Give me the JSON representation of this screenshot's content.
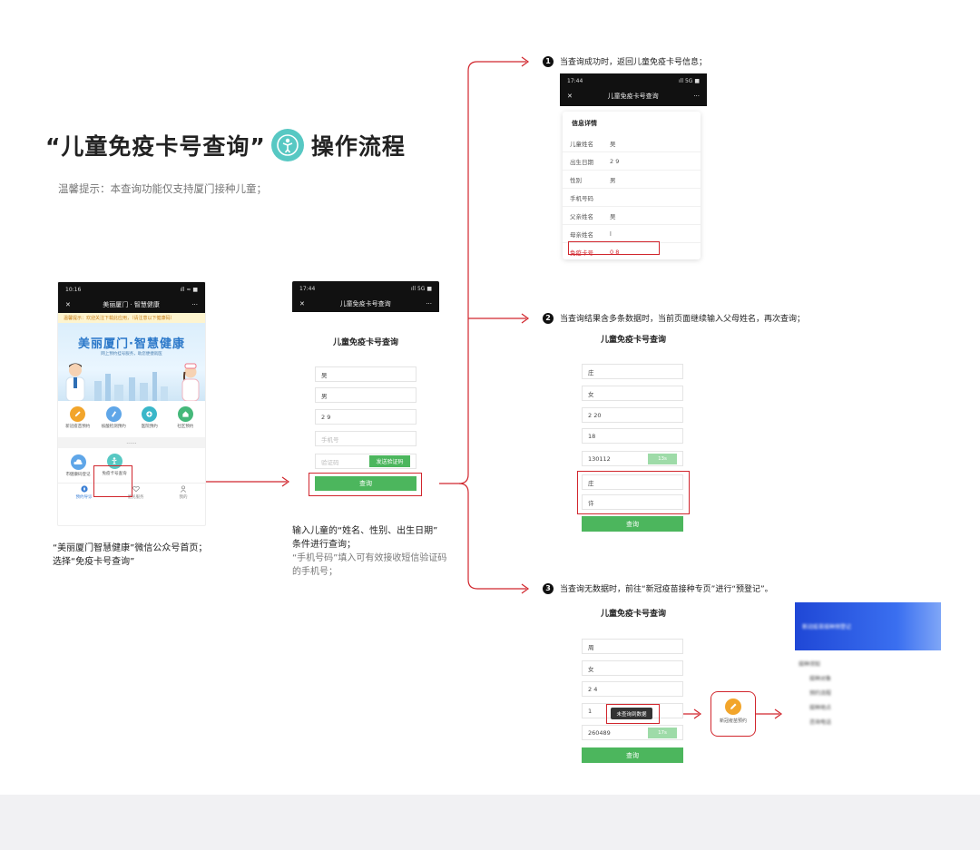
{
  "title": {
    "prefix": "“儿童免疫卡号查询”",
    "suffix": "操作流程",
    "logo_icon": "child-logo-icon"
  },
  "tip": "温馨提示：本查询功能仅支持厦门接种儿童；",
  "phone1": {
    "time": "10:16",
    "status": "ıll ≈ ■",
    "close": "✕",
    "title": "美丽厦门 · 智慧健康",
    "more": "···",
    "notice": "温馨提示：欢迎关注下载此应用，（请注意以下健康码）",
    "banner_title": "美丽厦门·智慧健康",
    "banner_sub": "网上预约挂号服务，助您便捷就医",
    "grid": [
      {
        "label": "新冠疫苗预约",
        "icon": "pencil-icon",
        "color": "#f2a52b"
      },
      {
        "label": "核酸检测预约",
        "icon": "test-tube-icon",
        "color": "#5fa6e8"
      },
      {
        "label": "医院预约",
        "icon": "plus-icon",
        "color": "#3ab7c9"
      },
      {
        "label": "社区预约",
        "icon": "home-icon",
        "color": "#45b87a"
      }
    ],
    "more_dots": "......",
    "row2": [
      {
        "label": "市健康码登记",
        "icon": "cloud-icon",
        "color": "#5fa6e8"
      },
      {
        "label": "免疫卡号查询",
        "icon": "child-icon",
        "color": "#57c8c3"
      }
    ],
    "tabs": [
      {
        "label": "预约导诊",
        "icon": "compass-icon"
      },
      {
        "label": "便民服务",
        "icon": "heart-icon"
      },
      {
        "label": "我的",
        "icon": "person-icon"
      }
    ]
  },
  "phone1_caption": {
    "line1": "“美丽厦门智慧健康”微信公众号首页；",
    "line2": "选择“免疫卡号查询”"
  },
  "phone2": {
    "time": "17:44",
    "status": "ıll 5G ■",
    "close": "✕",
    "title": "儿童免疫卡号查询",
    "more": "···",
    "form_title": "儿童免疫卡号查询",
    "fields": [
      {
        "value": "吴",
        "placeholder": ""
      },
      {
        "value": "男",
        "placeholder": ""
      },
      {
        "value": "2        9",
        "placeholder": ""
      },
      {
        "value": "",
        "placeholder": "手机号"
      },
      {
        "value": "",
        "placeholder": "验证码"
      }
    ],
    "send_code": "发送验证码",
    "query": "查询"
  },
  "phone2_caption": {
    "line1": "输入儿童的“姓名、性别、出生日期”",
    "line2": "条件进行查询；",
    "line3": "“手机号码”填入可有效接收短信验证码",
    "line4": "的手机号；"
  },
  "step1": {
    "num": "1",
    "label": "当查询成功时，返回儿童免疫卡号信息；",
    "time": "17:44",
    "status": "ıll 5G ■",
    "close": "✕",
    "title": "儿童免疫卡号查询",
    "more": "···",
    "card_title": "信息详情",
    "rows": [
      {
        "k": "儿童姓名",
        "v": "吴"
      },
      {
        "k": "出生日期",
        "v": "2        9"
      },
      {
        "k": "性别",
        "v": "男"
      },
      {
        "k": "手机号码",
        "v": ""
      },
      {
        "k": "父亲姓名",
        "v": "吴"
      },
      {
        "k": "母亲姓名",
        "v": "l"
      },
      {
        "k": "免疫卡号",
        "v": "0           8"
      }
    ]
  },
  "step2": {
    "num": "2",
    "label": "当查询结果含多条数据时，当前页面继续输入父母姓名，再次查询；",
    "form_title": "儿童免疫卡号查询",
    "fields": [
      "庄",
      "女",
      "2        20",
      "18",
      "130112",
      "庄",
      "许"
    ],
    "countdown": "13s",
    "query": "查询"
  },
  "step3": {
    "num": "3",
    "label": "当查询无数据时，前往“新冠疫苗接种专页”进行“预登记”。",
    "form_title": "儿童免疫卡号查询",
    "fields": [
      "周",
      "女",
      "2        4",
      "1",
      "260489"
    ],
    "countdown": "17s",
    "toast": "未查询到数据",
    "query": "查询",
    "vaccine_label": "新冠疫苗预约",
    "page_lines": [
      "新冠疫苗接种预登记",
      "接种须知",
      "接种对象",
      "预约流程",
      "接种地点",
      "咨询电话"
    ]
  },
  "colors": {
    "accent_red": "#d1262d",
    "green": "#4cb65d",
    "teal": "#57c8c3"
  }
}
